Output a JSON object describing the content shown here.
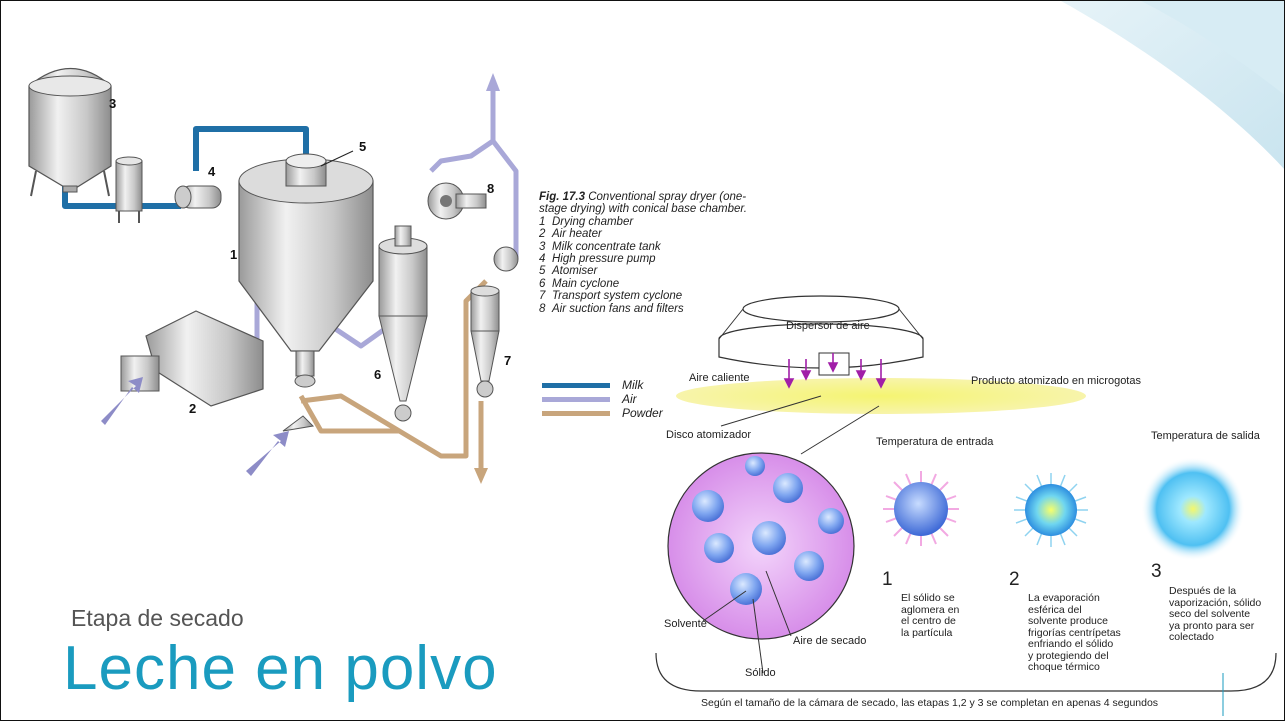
{
  "slide": {
    "subtitle": "Etapa de secado",
    "title": "Leche en polvo",
    "accent_color": "#1a9bbf"
  },
  "figure_left": {
    "part_numbers": [
      "1",
      "2",
      "3",
      "4",
      "5",
      "6",
      "7",
      "8"
    ],
    "caption_title": "Fig. 17.3",
    "caption_text": "Conventional spray dryer (one-stage drying) with conical base chamber.",
    "parts": [
      {
        "n": "1",
        "label": "Drying chamber"
      },
      {
        "n": "2",
        "label": "Air heater"
      },
      {
        "n": "3",
        "label": "Milk concentrate tank"
      },
      {
        "n": "4",
        "label": "High pressure pump"
      },
      {
        "n": "5",
        "label": "Atomiser"
      },
      {
        "n": "6",
        "label": "Main cyclone"
      },
      {
        "n": "7",
        "label": "Transport system cyclone"
      },
      {
        "n": "8",
        "label": "Air suction fans and filters"
      }
    ],
    "legend": [
      {
        "label": "Milk",
        "color": "#1f6fa6"
      },
      {
        "label": "Air",
        "color": "#a9a8d8"
      },
      {
        "label": "Powder",
        "color": "#c8a57c"
      }
    ]
  },
  "figure_right": {
    "disperser": "Dispersor de aire",
    "hot_air": "Aire caliente",
    "atomized": "Producto atomizado en microgotas",
    "disc": "Disco atomizador",
    "temp_in": "Temperatura de entrada",
    "temp_out": "Temperatura de salida",
    "solvent": "Solvente",
    "solid": "Sólido",
    "dry_air": "Aire de secado",
    "stages": [
      {
        "n": "1",
        "text_lines": [
          "El sólido se",
          "aglomera en",
          "el centro de",
          "la partícula"
        ]
      },
      {
        "n": "2",
        "text_lines": [
          "La evaporación",
          "esférica del",
          "solvente produce",
          "frigorías centrípetas",
          "enfriando el sólido",
          "y protegiendo del",
          "choque térmico"
        ]
      },
      {
        "n": "3",
        "text_lines": [
          "Después de la",
          "vaporización, sólido",
          "seco del solvente",
          "ya pronto para ser",
          "colectado"
        ]
      }
    ],
    "footer": "Según el tamaño de la cámara de secado, las etapas 1,2 y 3 se completan en apenas 4 segundos"
  }
}
